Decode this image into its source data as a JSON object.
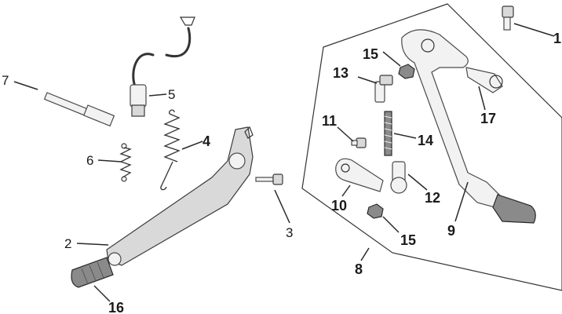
{
  "callouts": [
    {
      "id": "1",
      "label": "1"
    },
    {
      "id": "2",
      "label": "2"
    },
    {
      "id": "3",
      "label": "3"
    },
    {
      "id": "4",
      "label": "4"
    },
    {
      "id": "5",
      "label": "5"
    },
    {
      "id": "6",
      "label": "6"
    },
    {
      "id": "7",
      "label": "7"
    },
    {
      "id": "8",
      "label": "8"
    },
    {
      "id": "9",
      "label": "9"
    },
    {
      "id": "10",
      "label": "10"
    },
    {
      "id": "11",
      "label": "11"
    },
    {
      "id": "12",
      "label": "12"
    },
    {
      "id": "13",
      "label": "13"
    },
    {
      "id": "14",
      "label": "14"
    },
    {
      "id": "15a",
      "label": "15"
    },
    {
      "id": "15b",
      "label": "15"
    },
    {
      "id": "16",
      "label": "16"
    },
    {
      "id": "17",
      "label": "17"
    }
  ]
}
